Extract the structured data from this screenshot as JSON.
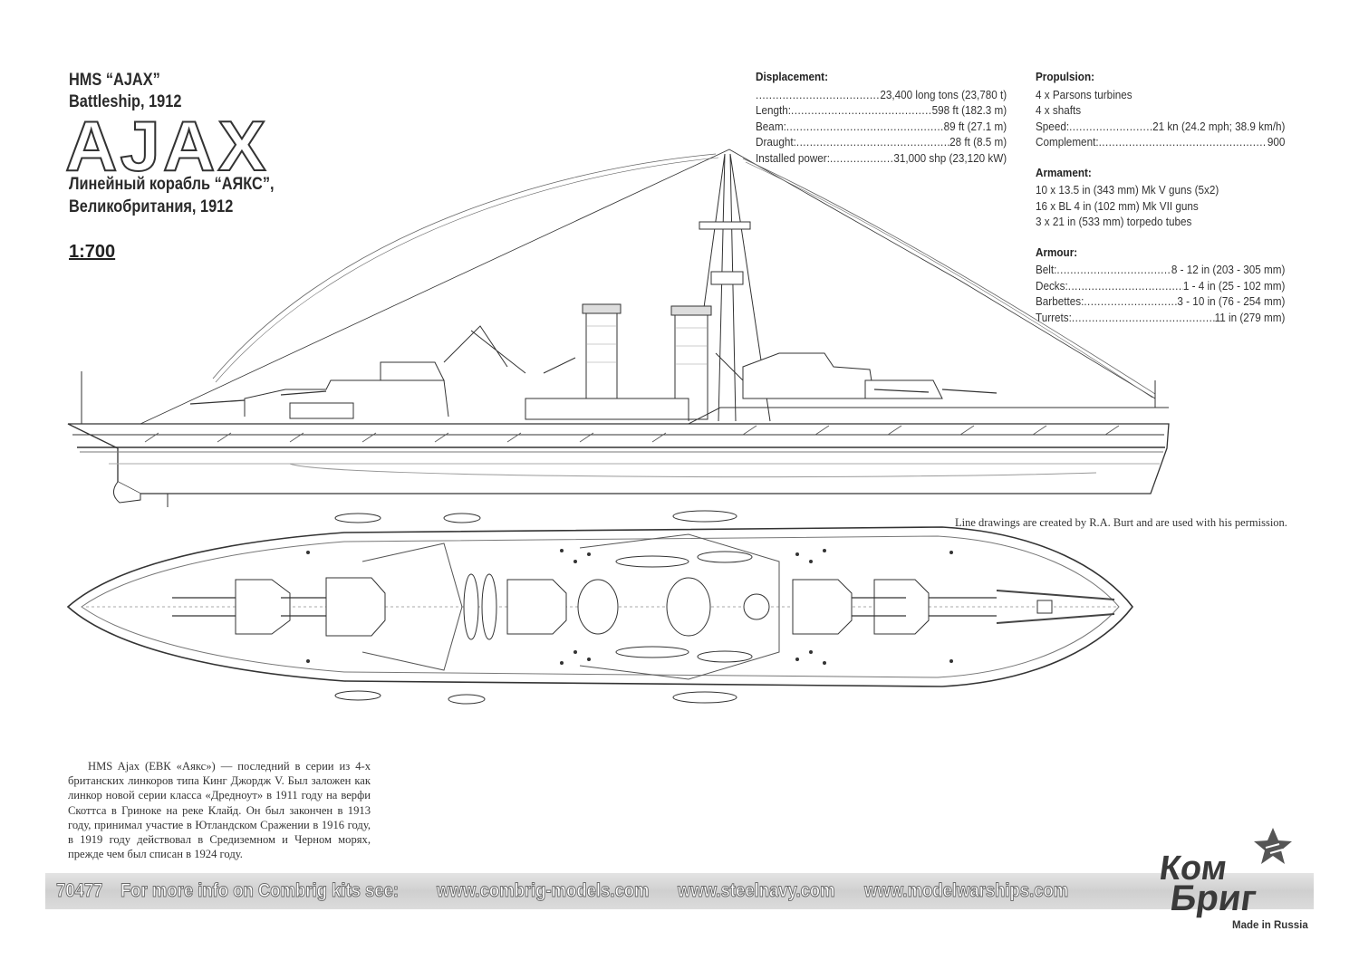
{
  "title": {
    "line1": "HMS “AJAX”",
    "line2": "Battleship, 1912",
    "name": "AJAX",
    "ru_line1": "Линейный корабль “АЯКС”,",
    "ru_line2": "Великобритания, 1912",
    "scale": "1:700"
  },
  "displacement": {
    "heading": "Displacement:",
    "rows": [
      {
        "label": "",
        "value": "23,400 long tons (23,780 t)"
      },
      {
        "label": "Length:",
        "value": "598 ft (182.3 m)"
      },
      {
        "label": "Beam:",
        "value": "89 ft (27.1 m)"
      },
      {
        "label": "Draught:",
        "value": "28 ft (8.5 m)"
      },
      {
        "label": "Installed power:",
        "value": "31,000 shp (23,120 kW)"
      }
    ]
  },
  "propulsion": {
    "heading": "Propulsion:",
    "line1": "4 x Parsons turbines",
    "line2": "4 x shafts",
    "rows": [
      {
        "label": "Speed:",
        "value": "21 kn (24.2 mph; 38.9 km/h)"
      },
      {
        "label": "Complement: ",
        "value": "900"
      }
    ]
  },
  "armament": {
    "heading": "Armament:",
    "lines": [
      "10 x 13.5 in (343 mm) Mk V guns (5x2)",
      "16 x BL 4 in (102 mm) Mk VII guns",
      "3 x 21 in (533 mm) torpedo tubes"
    ]
  },
  "armour": {
    "heading": "Armour:",
    "rows": [
      {
        "label": "Belt: ",
        "value": "8 - 12 in (203 - 305 mm)"
      },
      {
        "label": "Decks:",
        "value": "1 - 4 in (25 - 102 mm)"
      },
      {
        "label": "Barbettes:",
        "value": "3 - 10 in (76 - 254 mm)"
      },
      {
        "label": "Turrets:",
        "value": " 11 in (279 mm)"
      }
    ]
  },
  "credit": "Line drawings are created by R.A. Burt and are used with his permission.",
  "history": "HMS Ajax (ЕВК «Аякс») — последний в серии из 4-х британских линкоров типа Кинг Джордж V. Был заложен как линкор новой серии класса «Дредноут» в 1911 году на верфи Скоттса в Гриноке на реке Клайд. Он был закончен в 1913 году, принимал участие в Ютландском Сражении в 1916 году, в 1919 году действовал в Средиземном и Черном морях, прежде чем был списан в 1924 году.",
  "footer": {
    "kit_number": "70477",
    "info": "For more info on Combrig kits see:",
    "site1": "www.combrig-models.com",
    "site2": "www.steelnavy.com",
    "site3": "www.modelwarships.com"
  },
  "logo": {
    "line1": "Ком",
    "line2": "Бриг",
    "made": "Made in Russia"
  }
}
